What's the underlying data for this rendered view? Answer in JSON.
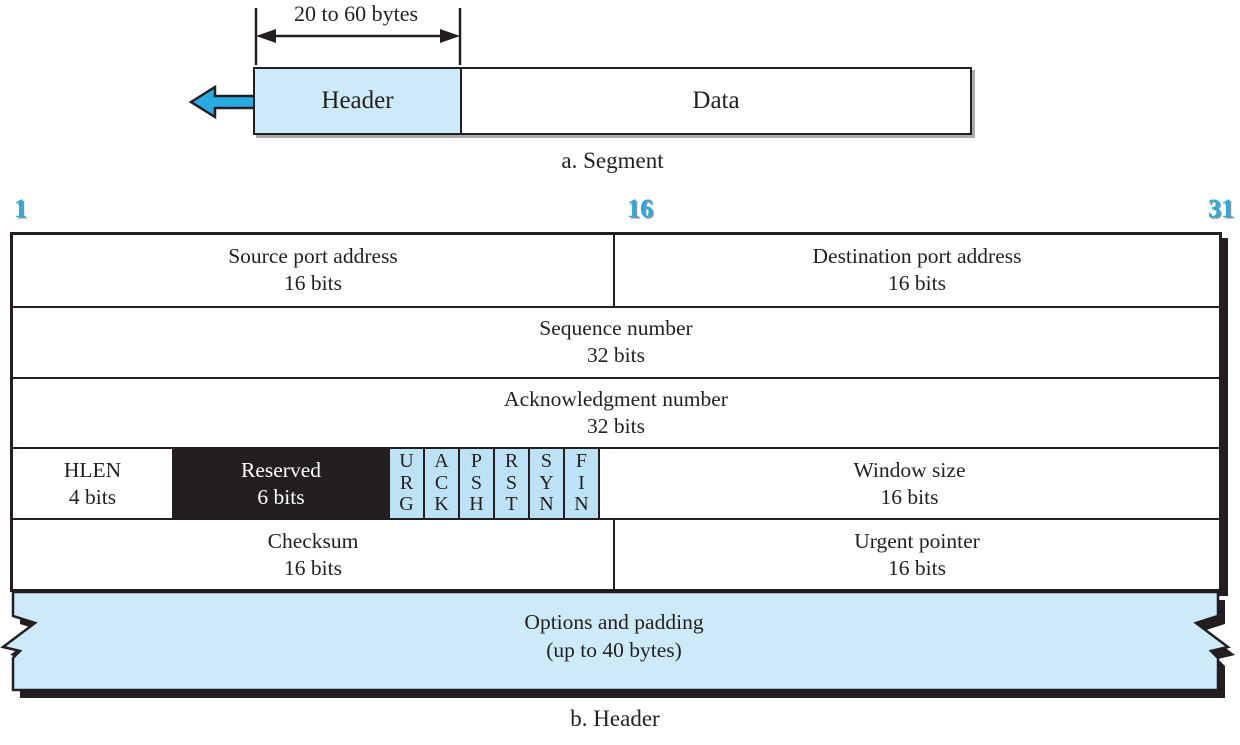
{
  "colors": {
    "accent_cyan": "#29ABE2",
    "panel_light_blue": "#CDEAF8",
    "flag_light_blue": "#BEE2F5",
    "print_black": "#231F20",
    "shadow_gray": "#8C8E90"
  },
  "segment": {
    "dimension_label": "20 to 60 bytes",
    "header_label": "Header",
    "data_label": "Data",
    "caption": "a. Segment"
  },
  "tcp_header": {
    "bit_start": "1",
    "bit_middle": "16",
    "bit_end": "31",
    "ports_row": {
      "left_title": "Source port address",
      "left_subtitle": "16 bits",
      "right_title": "Destination port address",
      "right_subtitle": "16 bits"
    },
    "sequence_row": {
      "title": "Sequence number",
      "subtitle": "32 bits"
    },
    "ack_row": {
      "title": "Acknowledgment number",
      "subtitle": "32 bits"
    },
    "flags_row": {
      "hlen_title": "HLEN",
      "hlen_subtitle": "4 bits",
      "reserved_title": "Reserved",
      "reserved_subtitle": "6 bits",
      "flags": [
        "URG",
        "ACK",
        "PSH",
        "RST",
        "SYN",
        "FIN"
      ]
    },
    "checksum_row": {
      "left_title": "Checksum",
      "left_subtitle": "16 bits",
      "right_title": "Urgent pointer",
      "right_subtitle": "16 bits"
    },
    "options_row": {
      "title": "Options and padding",
      "subtitle": "(up to 40 bytes)"
    },
    "caption": "b. Header"
  }
}
